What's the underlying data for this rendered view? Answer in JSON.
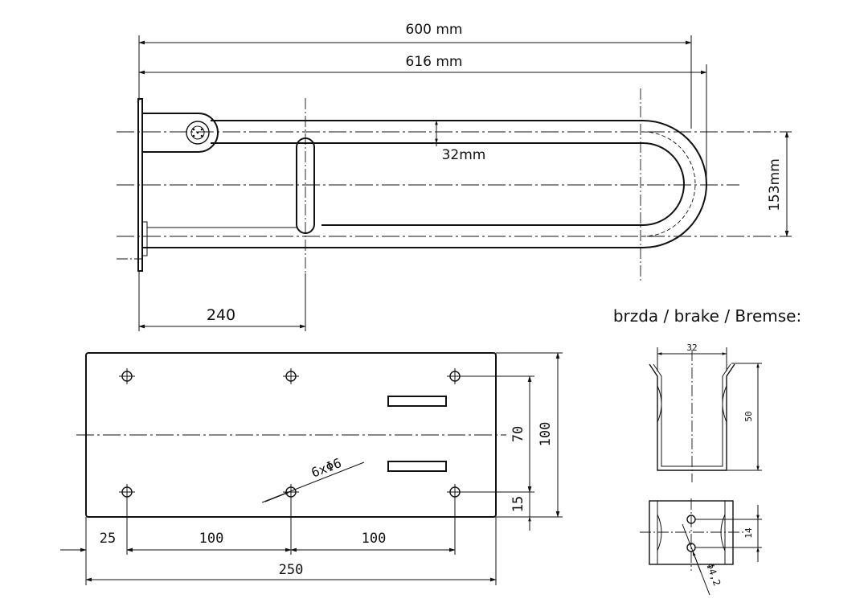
{
  "diagram": {
    "dimensions": {
      "length_600": "600 mm",
      "length_616": "616 mm",
      "tube_32": "32mm",
      "height_153": "153mm",
      "offset_240": "240",
      "plate_70": "70",
      "plate_100": "100",
      "plate_15": "15",
      "holes": "6xΦ6",
      "bottom_25": "25",
      "bottom_100a": "100",
      "bottom_100b": "100",
      "bottom_250": "250",
      "brake_32": "32",
      "brake_50": "50",
      "brake_14": "14",
      "brake_hole": "Φ4,2"
    },
    "brake_title": "brzda / brake / Bremse:",
    "colors": {
      "ink": "#111111",
      "background": "#ffffff"
    }
  }
}
